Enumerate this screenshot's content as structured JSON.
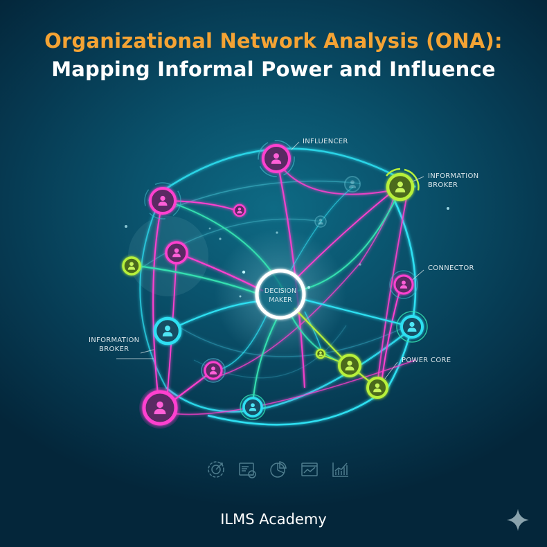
{
  "header": {
    "title_line1": "Organizational Network Analysis (ONA):",
    "title_line2": "Mapping Informal Power and Influence"
  },
  "diagram": {
    "center_label": [
      "DECISION",
      "MAKER"
    ],
    "labels": {
      "influencer": "INFLUENCER",
      "info_broker_right": [
        "INFORMATION",
        "BROKER"
      ],
      "connector": "CONNECTOR",
      "info_broker_left": [
        "INFORMATION",
        "BROKER"
      ],
      "power_core": "POWER CORE"
    },
    "colors": {
      "magenta": "#ff3fcf",
      "lime": "#b7f03a",
      "cyan": "#2ee0f2",
      "teal": "#34e0b0",
      "orange": "#f4a334"
    }
  },
  "bottom_icons": [
    "target-gear-icon",
    "document-chart-icon",
    "pie-chart-icon",
    "line-chart-icon",
    "bar-chart-icon"
  ],
  "footer": {
    "brand": "ILMS Academy"
  }
}
